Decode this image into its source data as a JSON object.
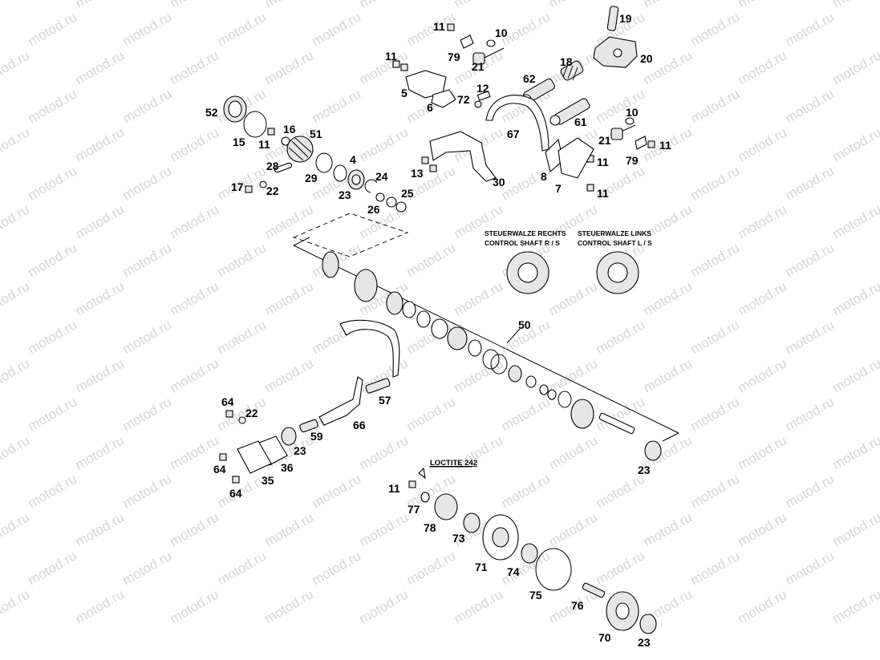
{
  "watermark": "motod.ru",
  "annotations": {
    "control_shaft_right": [
      "STEUERWALZE RECHTS",
      "CONTROL SHAFT R / S"
    ],
    "control_shaft_left": [
      "STEUERWALZE LINKS",
      "CONTROL SHAFT L / S"
    ],
    "loctite": "LOCTITE 242"
  },
  "labels": [
    "11",
    "10",
    "19",
    "79",
    "21",
    "20",
    "11",
    "18",
    "62",
    "5",
    "12",
    "72",
    "6",
    "52",
    "16",
    "67",
    "10",
    "61",
    "15",
    "11",
    "51",
    "21",
    "11",
    "79",
    "4",
    "28",
    "29",
    "11",
    "8",
    "24",
    "13",
    "30",
    "17",
    "22",
    "23",
    "7",
    "11",
    "26",
    "25",
    "50",
    "57",
    "64",
    "22",
    "66",
    "59",
    "23",
    "64",
    "36",
    "35",
    "64",
    "23",
    "11",
    "77",
    "78",
    "73",
    "71",
    "74",
    "75",
    "76",
    "70",
    "23"
  ]
}
